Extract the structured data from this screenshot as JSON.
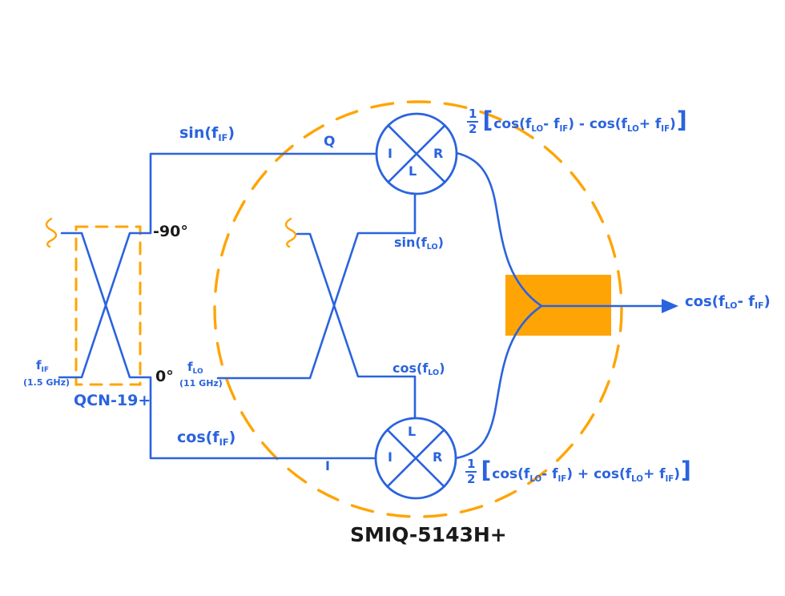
{
  "colors": {
    "blue": "#2A63DE",
    "orange": "#FFA405",
    "dark": "#1A1A1A",
    "background": "#FFFFFF"
  },
  "title": "SMIQ-5143H+",
  "qcn": {
    "box_label": "QCN-19+",
    "port_neg90": "-90°",
    "port_0": "0°",
    "input": {
      "segs": [
        {
          "t": "f"
        },
        {
          "s": "IF"
        }
      ]
    },
    "input_freq": "(1.5 GHz)"
  },
  "lo": {
    "input": {
      "segs": [
        {
          "t": "f"
        },
        {
          "s": "LO"
        }
      ]
    },
    "input_freq": "(11 GHz)",
    "sin": {
      "segs": [
        {
          "t": "sin(f"
        },
        {
          "s": "LO"
        },
        {
          "t": ")"
        }
      ]
    },
    "cos": {
      "segs": [
        {
          "t": "cos(f"
        },
        {
          "s": "LO"
        },
        {
          "t": ")"
        }
      ]
    }
  },
  "if_paths": {
    "sin": {
      "segs": [
        {
          "t": "sin(f"
        },
        {
          "s": "IF"
        },
        {
          "t": ")"
        }
      ]
    },
    "cos": {
      "segs": [
        {
          "t": "cos(f"
        },
        {
          "s": "IF"
        },
        {
          "t": ")"
        }
      ]
    },
    "q_label": "Q",
    "i_label": "I"
  },
  "mixer_top": {
    "left": "I",
    "bottom": "L",
    "right": "R"
  },
  "mixer_bottom": {
    "top": "L",
    "left": "I",
    "right": "R"
  },
  "formula_top": {
    "num": "1",
    "den": "2",
    "segs": [
      {
        "b": "["
      },
      {
        "t": "cos(f"
      },
      {
        "s": "LO"
      },
      {
        "t": "- f"
      },
      {
        "s": "IF"
      },
      {
        "t": ") - cos(f"
      },
      {
        "s": "LO"
      },
      {
        "t": "+ f"
      },
      {
        "s": "IF"
      },
      {
        "t": ")"
      },
      {
        "b": "]"
      }
    ]
  },
  "formula_bottom": {
    "num": "1",
    "den": "2",
    "segs": [
      {
        "b": "["
      },
      {
        "t": "cos(f"
      },
      {
        "s": "LO"
      },
      {
        "t": "- f"
      },
      {
        "s": "IF"
      },
      {
        "t": ") + cos(f"
      },
      {
        "s": "LO"
      },
      {
        "t": "+ f"
      },
      {
        "s": "IF"
      },
      {
        "t": ")"
      },
      {
        "b": "]"
      }
    ]
  },
  "output": {
    "segs": [
      {
        "t": "cos(f"
      },
      {
        "s": "LO"
      },
      {
        "t": "- f"
      },
      {
        "s": "IF"
      },
      {
        "t": ")"
      }
    ]
  }
}
